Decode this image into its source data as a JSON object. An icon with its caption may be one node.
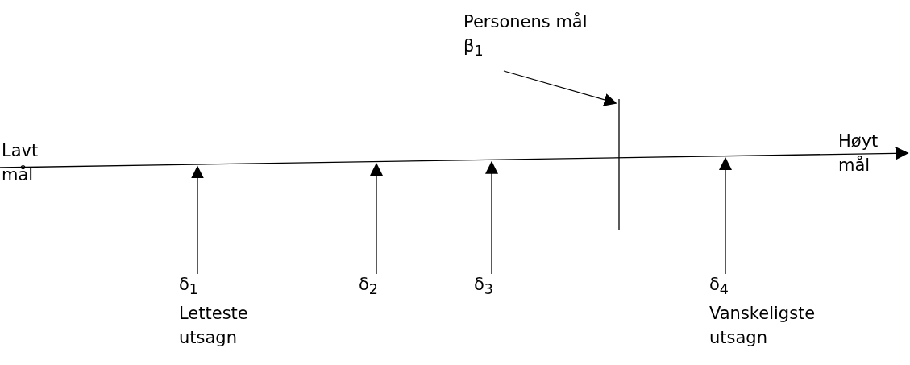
{
  "diagram": {
    "nodes": [
      {
        "text": [],
        "shape": "line"
      },
      {
        "text": [],
        "shape": "line"
      },
      {
        "text": [
          "Personens mål",
          "β$_{1}$"
        ]
      },
      {
        "text": [
          "δ$_{1}$",
          "Letteste utsagn"
        ]
      },
      {
        "text": [
          "δ$_{2}$"
        ]
      },
      {
        "text": [
          "δ$_{3}$"
        ]
      },
      {
        "text": [
          "δ$_{4}$",
          "Vanskeligste utsagn"
        ]
      }
    ],
    "edges": [
      {
        "from": 2,
        "to": 1,
        "arrow": "to"
      },
      {
        "from": 3,
        "to": 0,
        "arrow": "to"
      },
      {
        "from": 4,
        "to": 0,
        "arrow": "to"
      },
      {
        "from": 5,
        "to": 0,
        "arrow": "to"
      },
      {
        "from": 6,
        "to": 0,
        "arrow": "to"
      }
    ],
    "labels": [
      "Lavt mål",
      "Høyt mål"
    ]
  }
}
